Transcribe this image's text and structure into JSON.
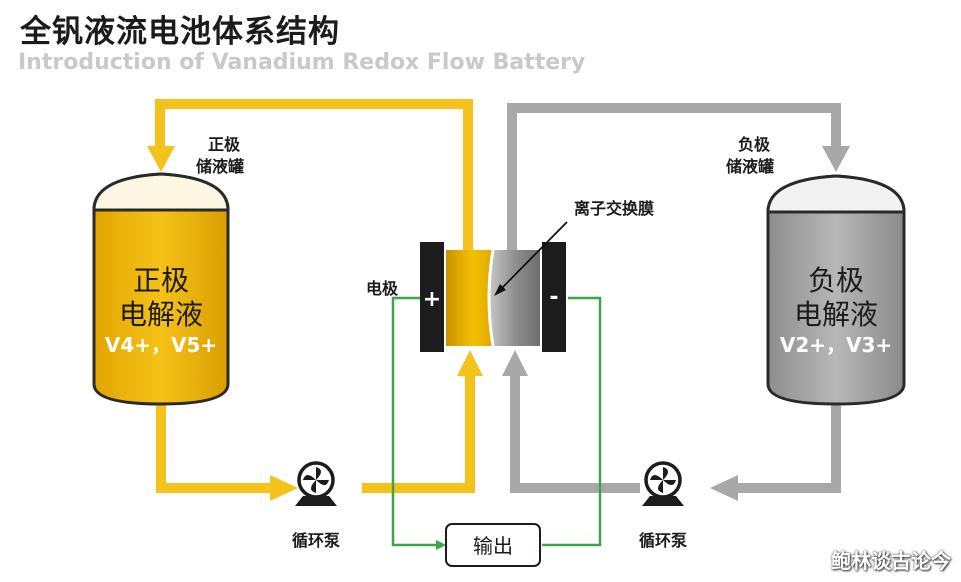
{
  "title": "全钒液流电池体系结构",
  "subtitle": "Introduction of Vanadium Redox Flow Battery",
  "positive_tank": {
    "name_line1": "正极",
    "name_line2": "储液罐",
    "content_line1": "正极",
    "content_line2": "电解液",
    "ions": "V4+，V5+",
    "color": "#f2b600"
  },
  "negative_tank": {
    "name_line1": "负极",
    "name_line2": "储液罐",
    "content_line1": "负极",
    "content_line2": "电解液",
    "ions": "V2+，V3+",
    "color": "#9c9c9c"
  },
  "cell": {
    "membrane_label": "离子交换膜",
    "electrode_label": "电极",
    "plus_sign": "+",
    "minus_sign": "-"
  },
  "pumps": {
    "left_label": "循环泵",
    "right_label": "循环泵"
  },
  "output_label": "输出",
  "watermark": "鲍林谈古论今",
  "colors": {
    "yellow_pipe": "#f4c21a",
    "gray_pipe": "#a8a8a8",
    "wire": "#3aa54a",
    "dark": "#1c1c1c"
  }
}
